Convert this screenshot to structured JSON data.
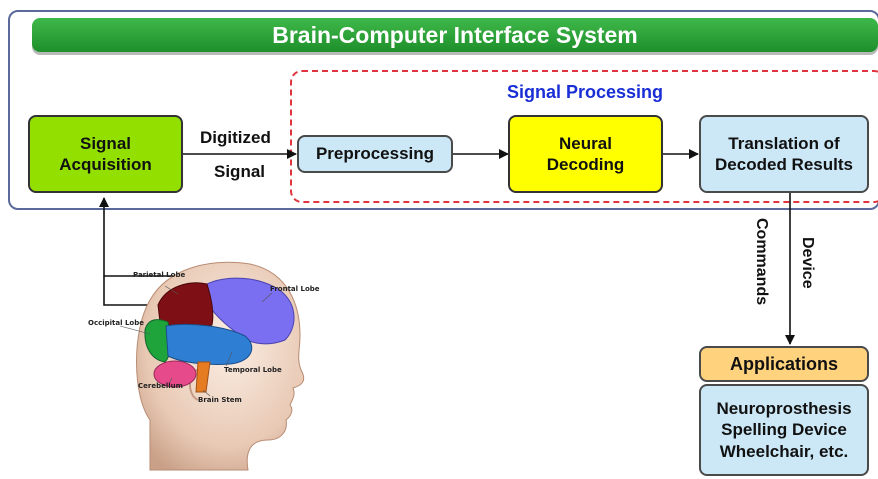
{
  "title": "Brain-Computer Interface System",
  "signal_processing_label": "Signal Processing",
  "nodes": {
    "signal_acquisition": "Signal\nAcquisition",
    "preprocessing": "Preprocessing",
    "neural_decoding": "Neural\nDecoding",
    "translation": "Translation of\nDecoded Results",
    "applications": "Applications",
    "applications_list": "Neuroprosthesis\nSpelling Device\nWheelchair, etc."
  },
  "edge_labels": {
    "digitized": "Digitized",
    "signal": "Signal",
    "commands": "Commands",
    "device": "Device"
  },
  "brain_labels": {
    "parietal": "Parietal Lobe",
    "frontal": "Frontal Lobe",
    "occipital": "Occipital Lobe",
    "temporal": "Temporal Lobe",
    "cerebellum": "Cerebellum",
    "brain_stem": "Brain Stem"
  },
  "colors": {
    "title_green": "#2aa23a",
    "acquisition_green": "#93e000",
    "processing_blue": "#cce8f7",
    "decoding_yellow": "#ffff00",
    "applications_orange": "#ffd27d",
    "dashed_red": "#e0343f",
    "label_blue": "#1a2ed6"
  }
}
